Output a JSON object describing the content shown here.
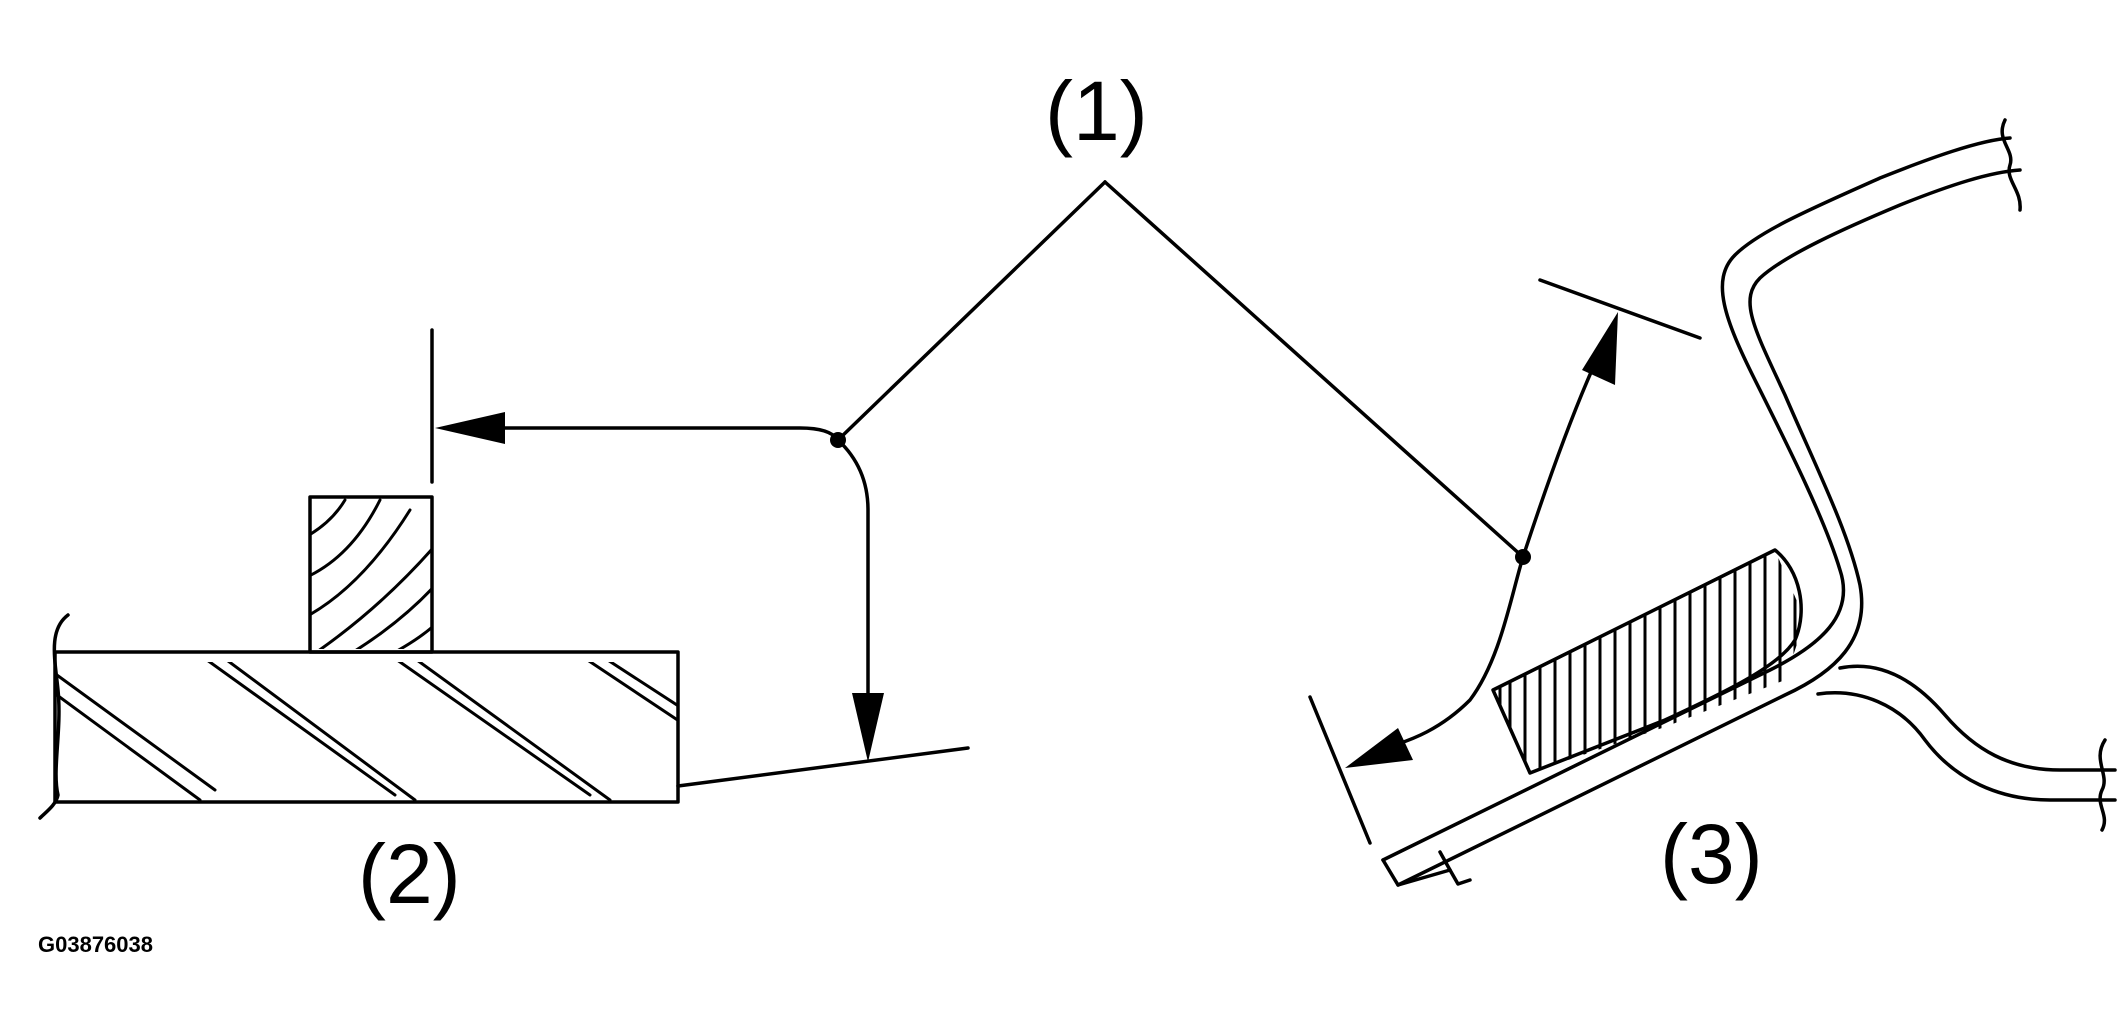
{
  "callouts": {
    "one": "(1)",
    "two": "(2)",
    "three": "(3)"
  },
  "figure_code": "G03876038"
}
